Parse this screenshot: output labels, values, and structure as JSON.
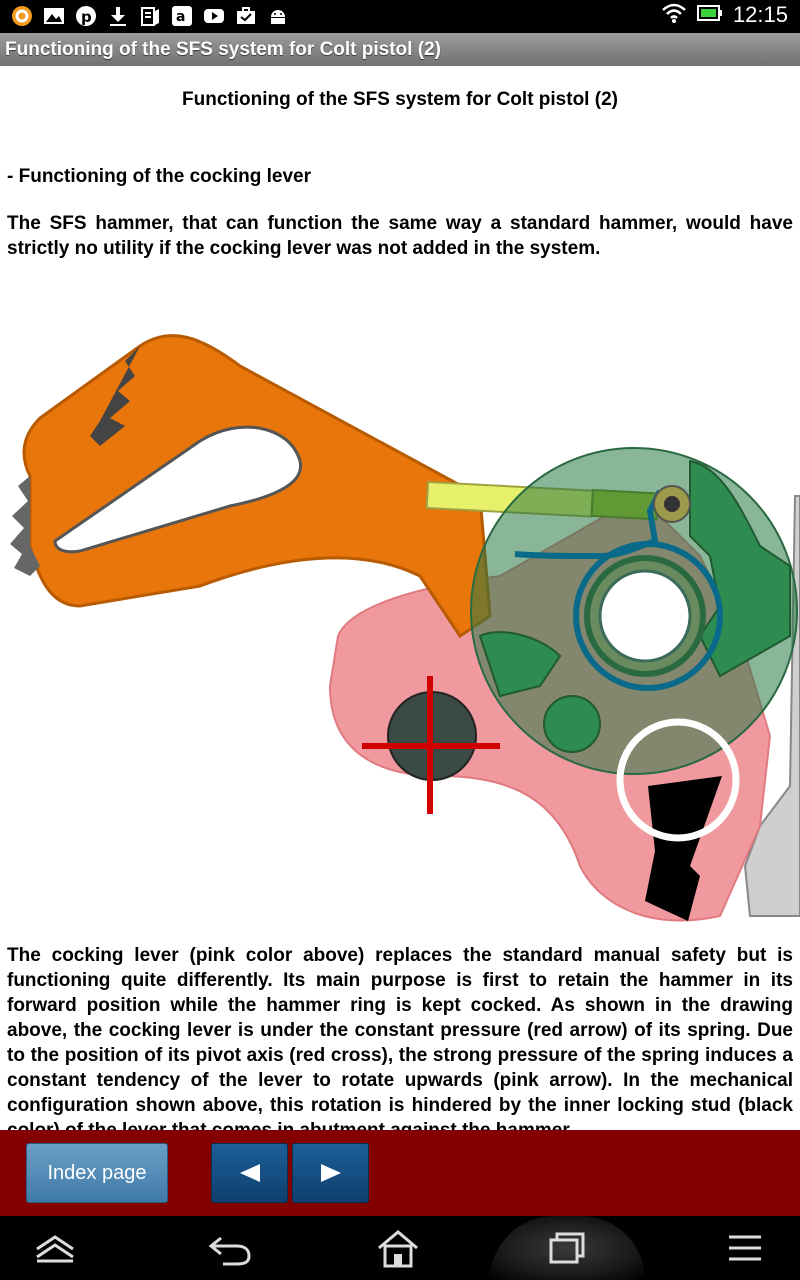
{
  "status_bar": {
    "time": "12:15",
    "left_icons": [
      "browser-icon",
      "image-icon",
      "pinterest-icon",
      "download-icon",
      "note-icon",
      "amazon-icon",
      "youtube-icon",
      "briefcase-icon",
      "android-icon"
    ],
    "right_icons": [
      "wifi-icon",
      "battery-icon"
    ]
  },
  "title_bar": {
    "title": "Functioning of the SFS system for Colt pistol (2)"
  },
  "article": {
    "heading": "Functioning of the SFS system for Colt pistol (2)",
    "section_heading": "- Functioning of the cocking lever",
    "para1": "The SFS hammer, that can function the same way a standard hammer, would have strictly no utility if the cocking lever was not added in the system.",
    "para2": "The cocking lever (pink color above) replaces the standard manual safety but is functioning quite differently. Its main purpose is first to retain the hammer in its forward position while the hammer ring is kept cocked. As shown in the drawing above, the cocking lever is under the constant pressure (red arrow) of its spring. Due to the position of its pivot axis (red cross), the strong pressure of the spring induces a constant tendency of the lever to rotate upwards (pink arrow). In the mechanical configuration shown above, this rotation is hindered by the inner locking stud (black color) of the lever that comes in abutment against the hammer."
  },
  "diagram": {
    "colors": {
      "hammer": "#e8760a",
      "lever": "#f09aa0",
      "ring": "#2f8c50",
      "spring": "#0a6a8a",
      "cross": "#d00000",
      "stud": "#000000",
      "indicator": "#ffffff"
    }
  },
  "bottom_bar": {
    "index_label": "Index page",
    "prev_icon": "left-arrow-icon",
    "next_icon": "right-arrow-icon",
    "color": "#820000"
  },
  "nav_bar": {
    "icons": [
      "collapse-icon",
      "back-icon",
      "home-icon",
      "recents-icon",
      "menu-icon"
    ]
  }
}
